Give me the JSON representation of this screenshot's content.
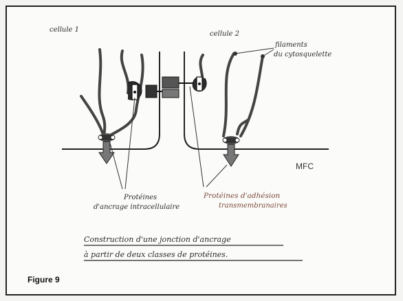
{
  "labels": {
    "cell1": "cellule 1",
    "cell2": "cellule 2",
    "filaments_line1": "filaments",
    "filaments_line2": "du cytosquelette",
    "mfc": "MFC",
    "anchor_line1": "Protéines",
    "anchor_line2": "d'ancrage intracellulaire",
    "adhesion_line1": "Protéines d'adhésion",
    "adhesion_line2": "transmembranaires",
    "caption_line1": "Construction d'une jonction d'ancrage",
    "caption_line2": "à partir de deux classes de protéines.",
    "figure": "Figure 9"
  }
}
